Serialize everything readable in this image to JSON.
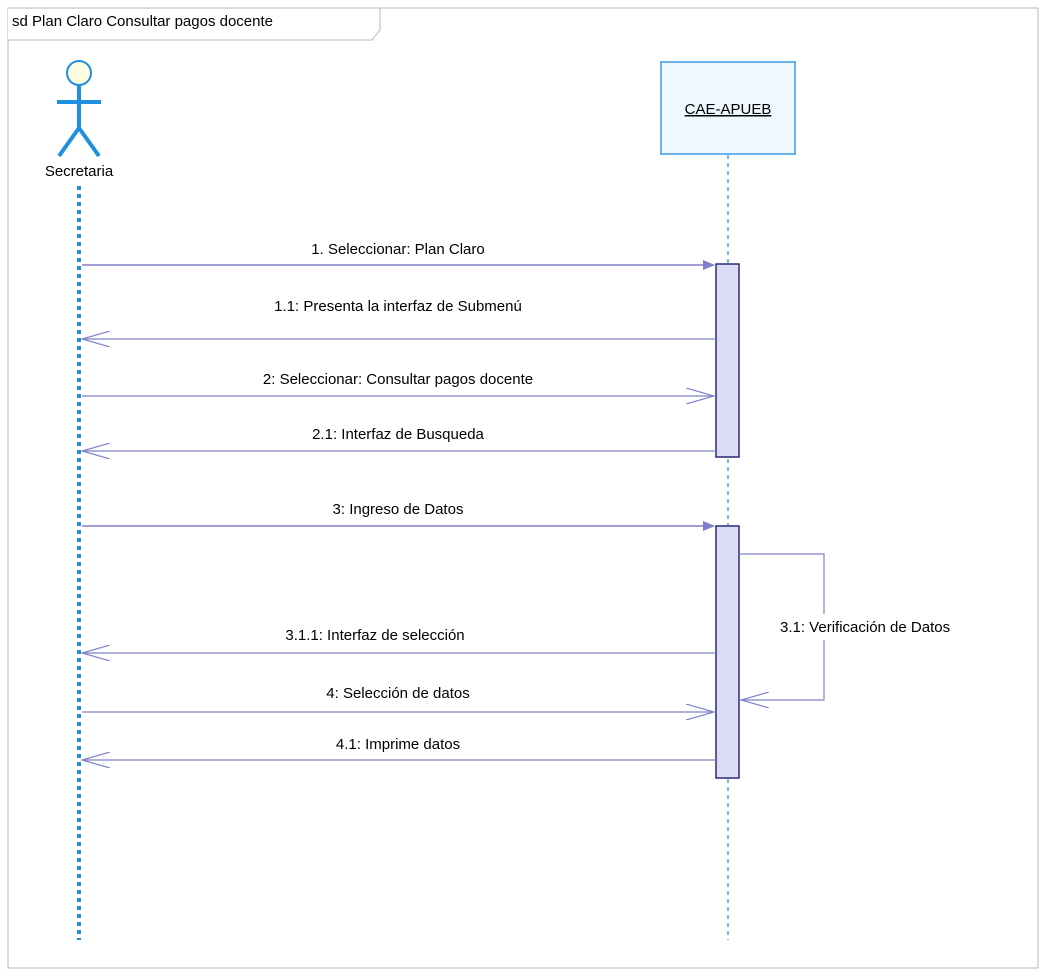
{
  "frame": {
    "title": "sd Plan Claro Consultar pagos docente"
  },
  "actor": {
    "name": "Secretaria"
  },
  "object": {
    "name": "CAE-APUEB"
  },
  "messages": [
    {
      "label": "1. Seleccionar: Plan Claro",
      "kind": "call",
      "direction": "to-object"
    },
    {
      "label": "1.1: Presenta la interfaz de Submenú",
      "kind": "return",
      "direction": "to-actor"
    },
    {
      "label": "2: Seleccionar: Consultar pagos docente",
      "kind": "async",
      "direction": "to-object"
    },
    {
      "label": "2.1: Interfaz de Busqueda",
      "kind": "return",
      "direction": "to-actor"
    },
    {
      "label": "3: Ingreso de Datos",
      "kind": "call",
      "direction": "to-object"
    },
    {
      "label": "3.1: Verificación de Datos",
      "kind": "self",
      "direction": "self"
    },
    {
      "label": "3.1.1: Interfaz de selección",
      "kind": "return",
      "direction": "to-actor"
    },
    {
      "label": "4: Selección de datos",
      "kind": "async",
      "direction": "to-object"
    },
    {
      "label": "4.1: Imprime datos",
      "kind": "return",
      "direction": "to-actor"
    }
  ],
  "colors": {
    "frame_border": "#b5b5c5",
    "actor": "#1f8fe0",
    "actor_head_fill": "#fffde0",
    "object_border": "#3a9ae6",
    "object_fill": "#eef8ff",
    "lifeline": "#1f8fe0",
    "message": "#8080c8",
    "activation_fill": "#dcdcf4",
    "activation_border": "#2a2a78"
  }
}
